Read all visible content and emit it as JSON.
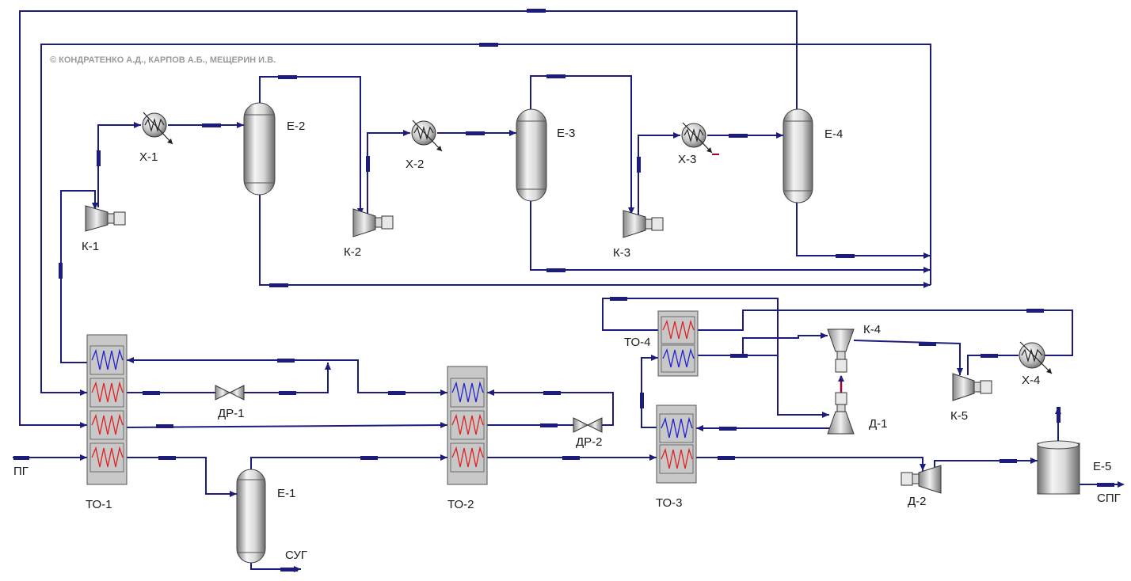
{
  "copyright": "© КОНДРАТЕНКО А.Д., КАРПОВ А.Б., МЕЩЕРИН И.В.",
  "equipment": {
    "compressors": {
      "k1": "К-1",
      "k2": "К-2",
      "k3": "К-3",
      "k4": "К-4",
      "k5": "К-5"
    },
    "coolers": {
      "x1": "Х-1",
      "x2": "Х-2",
      "x3": "Х-3",
      "x4": "Х-4"
    },
    "vessels": {
      "e1": "Е-1",
      "e2": "Е-2",
      "e3": "Е-3",
      "e4": "Е-4",
      "e5": "Е-5"
    },
    "heat_exchangers": {
      "to1": "ТО-1",
      "to2": "ТО-2",
      "to3": "ТО-3",
      "to4": "ТО-4"
    },
    "throttles": {
      "dr1": "ДР-1",
      "dr2": "ДР-2"
    },
    "expanders": {
      "d1": "Д-1",
      "d2": "Д-2"
    }
  },
  "streams": {
    "feed": "ПГ",
    "lpg": "СУГ",
    "lng": "СПГ"
  },
  "colors": {
    "pipe": "#1c1c7c",
    "hot_coil": "#e02020",
    "cold_coil": "#2020d0",
    "shaft": "#a0003a"
  }
}
